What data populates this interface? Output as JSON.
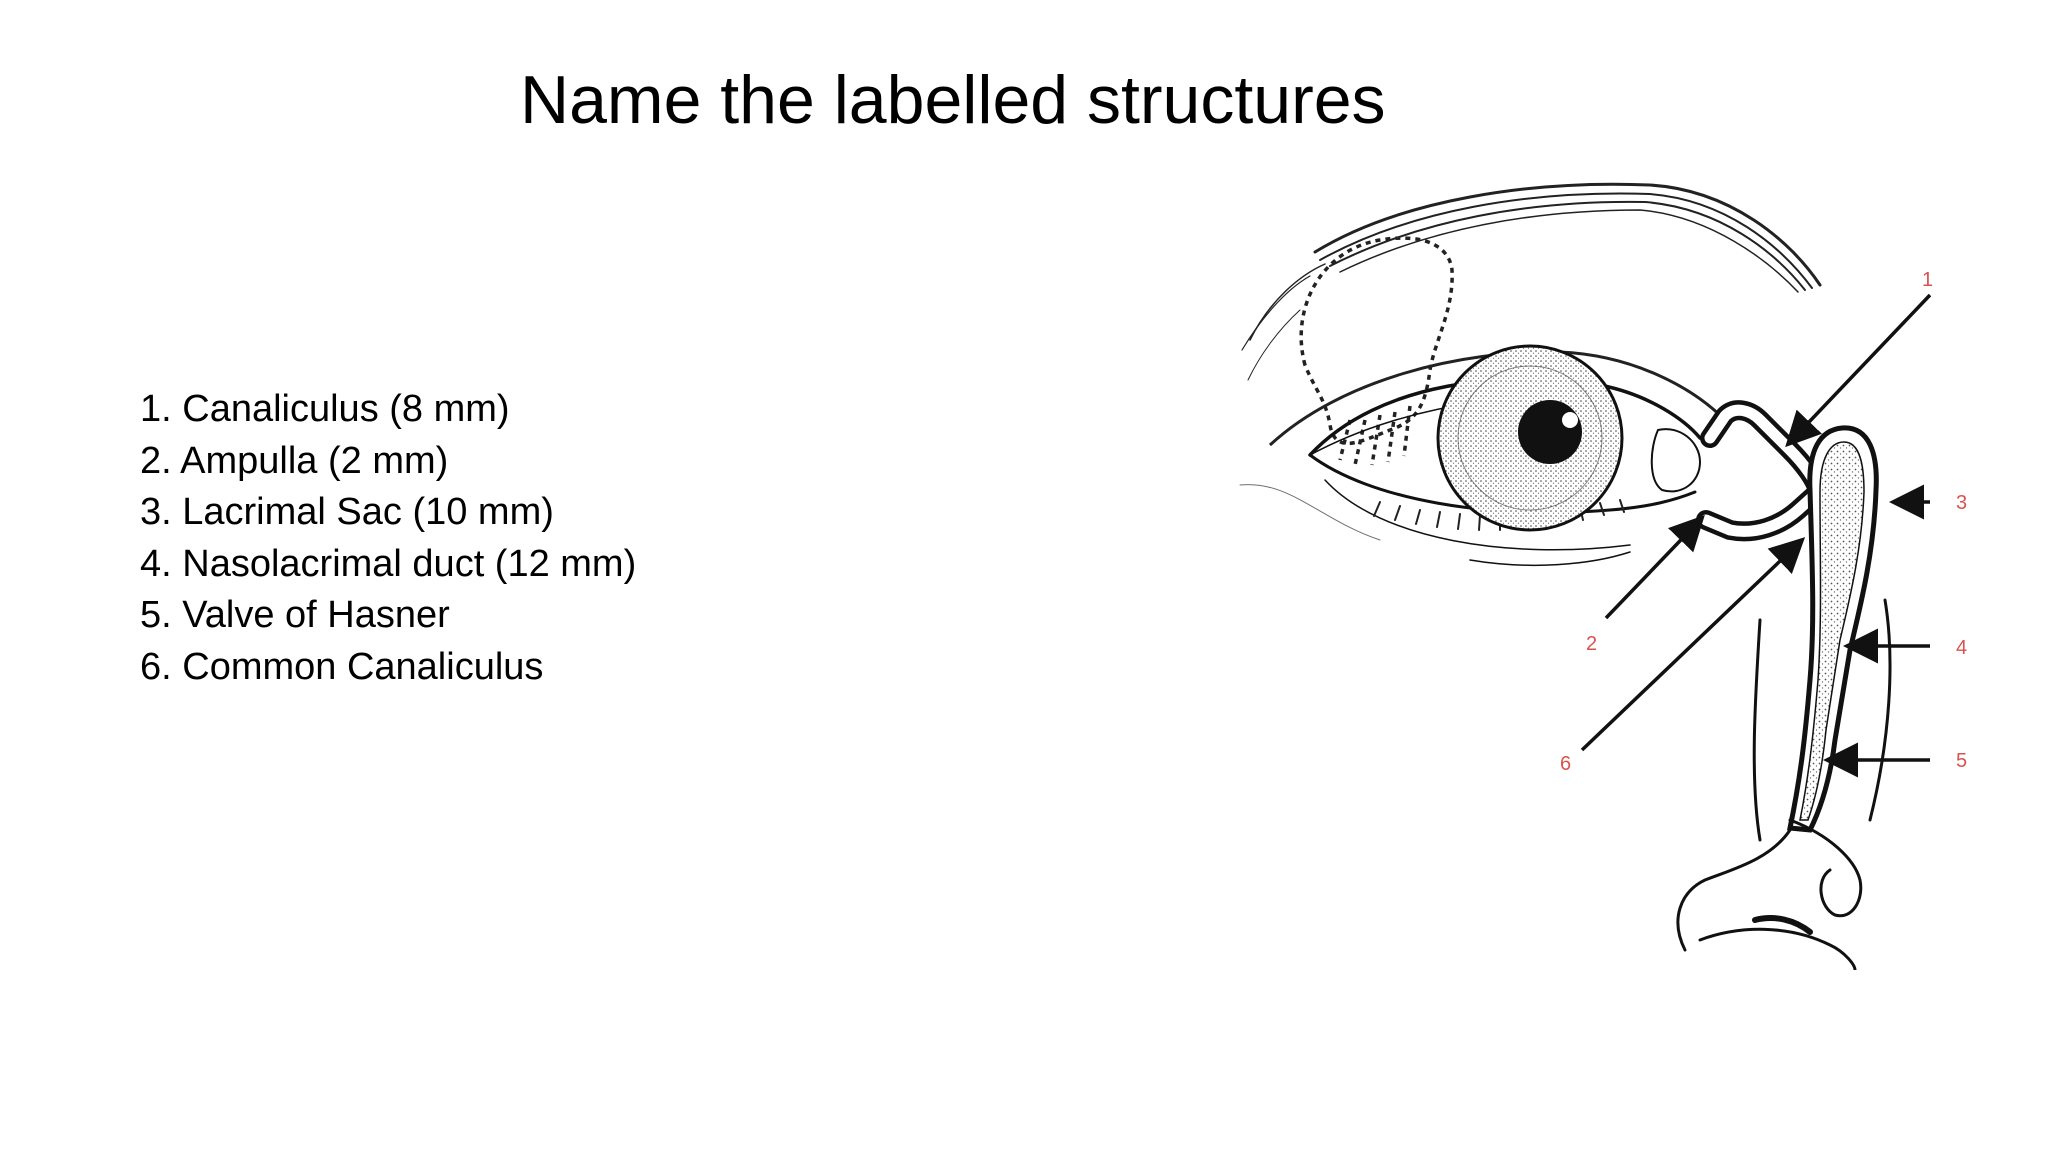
{
  "slide": {
    "title": "Name the labelled structures",
    "answers": [
      "1. Canaliculus (8 mm)",
      "2. Ampulla (2 mm)",
      "3. Lacrimal Sac (10 mm)",
      "4. Nasolacrimal duct (12 mm)",
      "5. Valve of Hasner",
      "6. Common Canaliculus"
    ]
  },
  "diagram": {
    "callouts": [
      "1",
      "2",
      "3",
      "4",
      "5",
      "6"
    ],
    "callout_color": "#d9534f",
    "line_color": "#111111"
  }
}
